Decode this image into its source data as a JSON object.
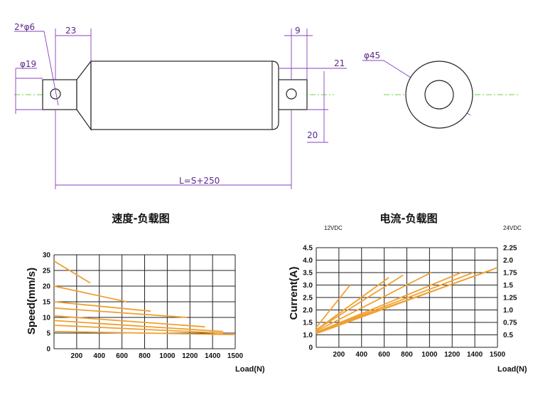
{
  "drawing": {
    "dims": {
      "pin_holes": "2*φ6",
      "rod_end_len": "23",
      "rear_end_len": "9",
      "end_dia": "φ19",
      "rear_offset": "21",
      "body_dia": "φ45",
      "rear_width": "20",
      "total_len": "L=S+250"
    }
  },
  "colors": {
    "line": "#f0a030",
    "grid": "#222222",
    "dimension": "#8a3fc0",
    "centerline": "#6fd640"
  },
  "chart_data": [
    {
      "type": "line",
      "title": "速度-负载图",
      "xlabel": "Load(N)",
      "ylabel": "Speed(mm/s)",
      "xlim": [
        0,
        1500
      ],
      "ylim": [
        0,
        30
      ],
      "xticks": [
        "200",
        "400",
        "600",
        "800",
        "1000",
        "1200",
        "1400",
        "1500"
      ],
      "yticks": [
        "0",
        "5",
        "10",
        "15",
        "20",
        "25",
        "30"
      ],
      "grid": true,
      "series": [
        {
          "x": [
            0,
            300
          ],
          "y": [
            28,
            21
          ]
        },
        {
          "x": [
            0,
            600
          ],
          "y": [
            20,
            15
          ]
        },
        {
          "x": [
            0,
            800
          ],
          "y": [
            15,
            12
          ]
        },
        {
          "x": [
            0,
            1100
          ],
          "y": [
            13,
            10
          ]
        },
        {
          "x": [
            0,
            1250
          ],
          "y": [
            10.5,
            7
          ]
        },
        {
          "x": [
            0,
            1400
          ],
          "y": [
            9,
            5.5
          ]
        },
        {
          "x": [
            0,
            1400
          ],
          "y": [
            7.5,
            5
          ]
        },
        {
          "x": [
            0,
            1500
          ],
          "y": [
            5.5,
            4.5
          ]
        }
      ]
    },
    {
      "type": "line",
      "title": "电流-负载图",
      "left_unit": "12VDC",
      "right_unit": "24VDC",
      "xlabel": "Load(N)",
      "ylabel": "Current(A)",
      "xlim": [
        0,
        1500
      ],
      "ylim": [
        0.5,
        4.5
      ],
      "xticks": [
        "200",
        "400",
        "600",
        "800",
        "1000",
        "1200",
        "1400",
        "1500"
      ],
      "yticks_left": [
        "0",
        "1.0",
        "1.5",
        "2.0",
        "2.5",
        "3.0",
        "3.5",
        "4.0",
        "4.5"
      ],
      "yticks_right": [
        "0.5",
        "0.75",
        "1.0",
        "1.25",
        "1.5",
        "1.75",
        "2.0",
        "2.25"
      ],
      "grid": true,
      "series": [
        {
          "x": [
            0,
            280
          ],
          "y": [
            1.3,
            3.0
          ]
        },
        {
          "x": [
            0,
            600
          ],
          "y": [
            1.2,
            3.3
          ]
        },
        {
          "x": [
            0,
            720
          ],
          "y": [
            1.2,
            3.4
          ]
        },
        {
          "x": [
            0,
            950
          ],
          "y": [
            1.15,
            3.5
          ]
        },
        {
          "x": [
            0,
            1200
          ],
          "y": [
            1.1,
            3.5
          ]
        },
        {
          "x": [
            0,
            1300
          ],
          "y": [
            1.1,
            3.5
          ]
        },
        {
          "x": [
            0,
            1450
          ],
          "y": [
            1.1,
            3.6
          ]
        },
        {
          "x": [
            0,
            1500
          ],
          "y": [
            1.05,
            3.7
          ]
        }
      ]
    }
  ]
}
